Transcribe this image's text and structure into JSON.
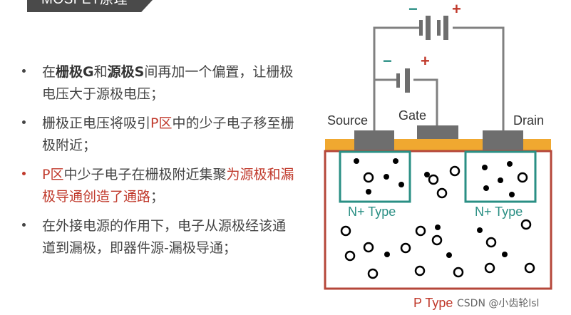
{
  "header": {
    "title": "MOSFET原理"
  },
  "bullets": [
    {
      "segments": [
        {
          "text": "在"
        },
        {
          "text": "栅极G",
          "bold": true
        },
        {
          "text": "和"
        },
        {
          "text": "源极S",
          "bold": true
        },
        {
          "text": "间再加一个偏置，让栅极电压大于源极电压；"
        }
      ]
    },
    {
      "segments": [
        {
          "text": "栅极正电压将吸引"
        },
        {
          "text": "P区",
          "hl": true
        },
        {
          "text": "中的少子电子移至栅极附近；"
        }
      ]
    },
    {
      "red": true,
      "segments": [
        {
          "text": "P区"
        },
        {
          "text": "中少子电子在栅极附近集聚",
          "dark": true
        },
        {
          "text": "为源极和漏极导通创造了通路"
        },
        {
          "text": "；",
          "dark": true
        }
      ]
    },
    {
      "segments": [
        {
          "text": "在外接电源的作用下，电子从源极经该通道到漏极，即器件源-漏极导通；"
        }
      ]
    }
  ],
  "diagram": {
    "source_label": "Source",
    "gate_label": "Gate",
    "drain_label": "Drain",
    "n_type_left_label": "N+ Type",
    "n_type_right_label": "N+ Type",
    "p_type_label": "P Type",
    "battery_top": {
      "minus": "−",
      "plus": "+"
    },
    "battery_gate": {
      "minus": "−",
      "plus": "+"
    }
  },
  "watermark": "CSDN @小齿轮lsl",
  "colors": {
    "wire": "#808080",
    "terminal": "#6e6e6e",
    "oxide": "#f0a830",
    "substrate_border": "#b5473a",
    "n_region": "#2a8f84",
    "n_label": "#2a8f84",
    "sign": "#c0392b",
    "minus_sign": "#2a8f84",
    "p_label": "#c0392b",
    "electron": "#000000"
  }
}
